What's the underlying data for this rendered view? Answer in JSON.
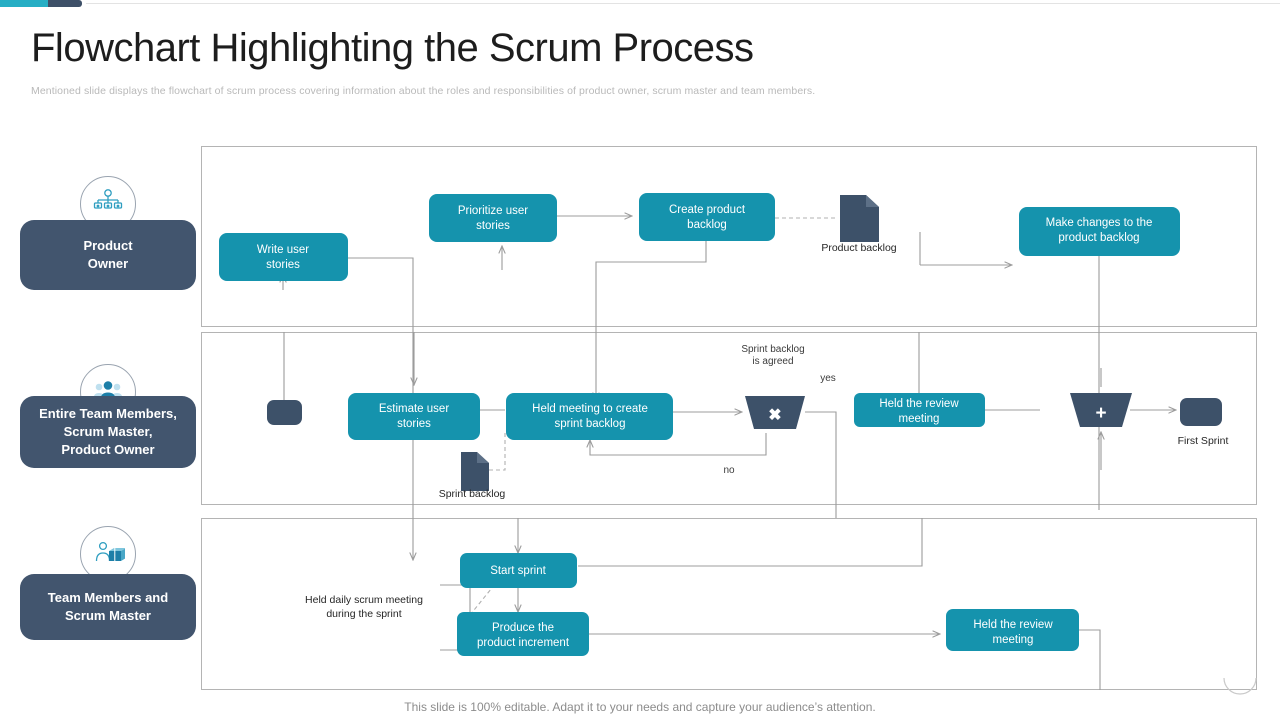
{
  "header": {
    "title": "Flowchart Highlighting the Scrum Process",
    "subtitle": "Mentioned slide displays the flowchart of scrum process covering information about the roles and responsibilities of product owner, scrum master and team members."
  },
  "accent": {
    "teal": "#26aec4",
    "navy": "#3e5068"
  },
  "roles": [
    {
      "id": "product-owner",
      "label": "Product\nOwner",
      "line1": "Product",
      "line2": "Owner",
      "line3": "",
      "icon": "org-chart-icon"
    },
    {
      "id": "entire-team",
      "label": "Entire Team Members, Scrum Master, Product Owner",
      "line1": "Entire Team Members,",
      "line2": "Scrum Master,",
      "line3": "Product Owner",
      "icon": "team-group-icon"
    },
    {
      "id": "team-scrum-master",
      "label": "Team Members and Scrum Master",
      "line1": "Team Members and",
      "line2": "Scrum Master",
      "line3": "",
      "icon": "person-box-icon"
    }
  ],
  "lanes": [
    {
      "id": "lane-product-owner",
      "name": "product-owner-lane"
    },
    {
      "id": "lane-entire-team",
      "name": "entire-team-lane"
    },
    {
      "id": "lane-team-scrum-master",
      "name": "team-scrum-master-lane"
    }
  ],
  "flow": {
    "tasks": [
      {
        "id": "write-user-stories",
        "line1": "Write user",
        "line2": "stories",
        "lane": 1
      },
      {
        "id": "prioritize-user-stories",
        "line1": "Prioritize user",
        "line2": "stories",
        "lane": 1
      },
      {
        "id": "create-product-backlog",
        "line1": "Create product",
        "line2": "backlog",
        "lane": 1
      },
      {
        "id": "make-changes-product-backlog",
        "line1": "Make changes to the",
        "line2": "product backlog",
        "lane": 1
      },
      {
        "id": "estimate-user-stories",
        "line1": "Estimate user",
        "line2": "stories",
        "lane": 2
      },
      {
        "id": "held-meeting-sprint-backlog",
        "line1": "Held meeting to create",
        "line2": "sprint backlog",
        "lane": 2
      },
      {
        "id": "held-review-meeting-row2",
        "line1": "Held the review",
        "line2": "meeting",
        "lane": 2
      },
      {
        "id": "start-sprint",
        "line1": "Start sprint",
        "line2": "",
        "lane": 3
      },
      {
        "id": "produce-product-increment",
        "line1": "Produce the",
        "line2": "product increment",
        "lane": 3
      },
      {
        "id": "held-review-meeting-row3",
        "line1": "Held the review",
        "line2": "meeting",
        "lane": 3
      }
    ],
    "documents": [
      {
        "id": "product-backlog-doc",
        "label": "Product backlog"
      },
      {
        "id": "sprint-backlog-doc",
        "label": "Sprint backlog"
      }
    ],
    "gateways": [
      {
        "id": "exclusive-gateway",
        "symbol": "✖",
        "type": "exclusive"
      },
      {
        "id": "parallel-gateway",
        "symbol": "+",
        "type": "parallel"
      }
    ],
    "annotations": [
      {
        "id": "sprint-backlog-agreed",
        "line1": "Sprint backlog",
        "line2": "is agreed"
      },
      {
        "id": "decision-yes",
        "text": "yes"
      },
      {
        "id": "decision-no",
        "text": "no"
      },
      {
        "id": "first-sprint",
        "text": "First Sprint"
      },
      {
        "id": "daily-scrum-note",
        "line1": "Held daily scrum meeting",
        "line2": "during the sprint"
      }
    ]
  },
  "colors": {
    "task_fill": "#1593ad",
    "navy_fill": "#3d5169",
    "lane_border": "#b4b4b4",
    "edge": "#9c9c9c"
  },
  "footer": {
    "note": "This slide is 100% editable. Adapt it to your needs and capture your audience’s attention."
  }
}
